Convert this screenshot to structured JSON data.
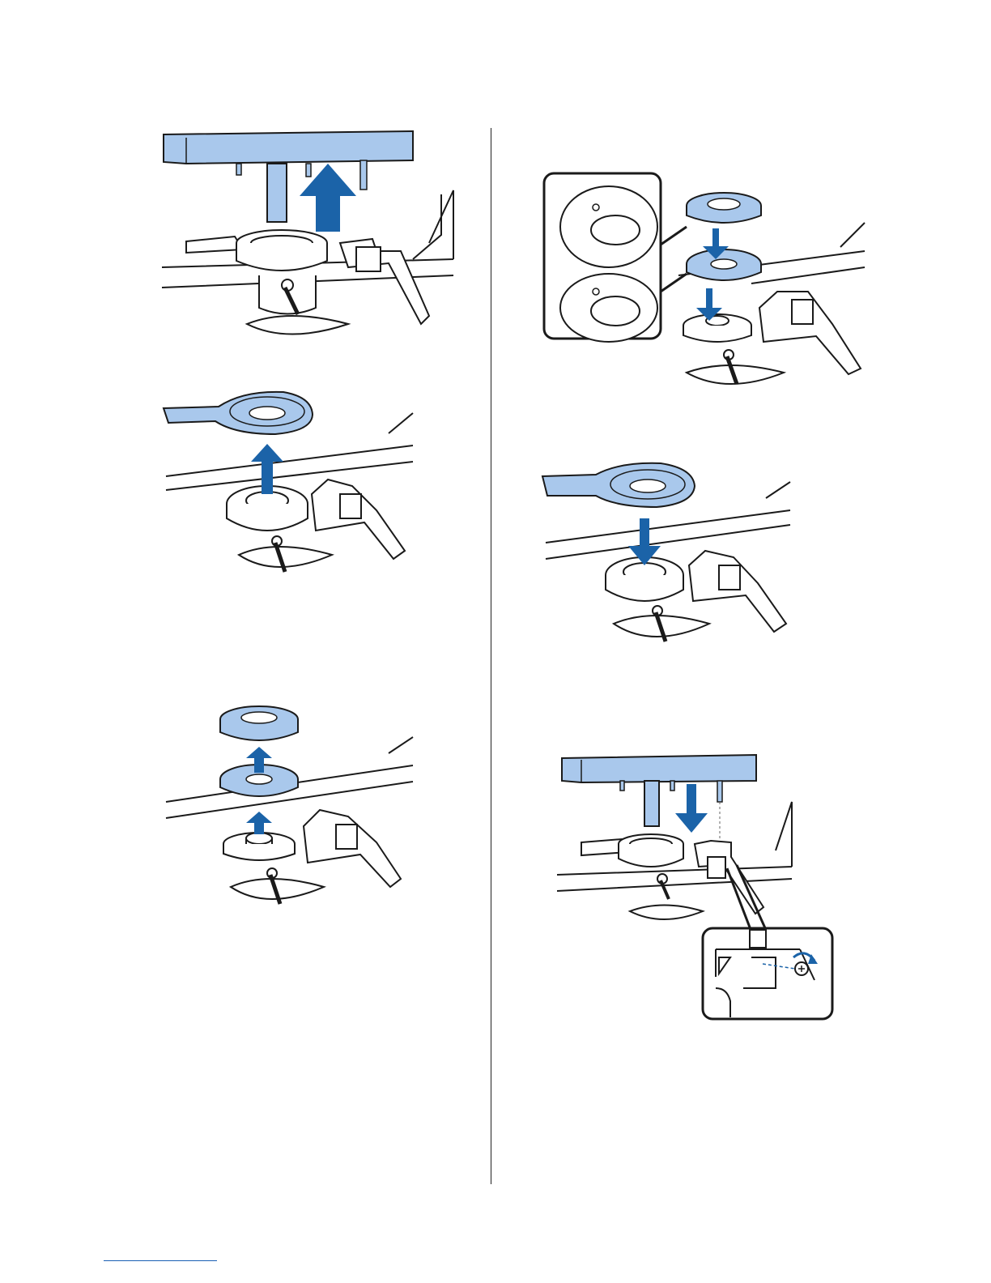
{
  "document": {
    "type": "printer manual page",
    "illustrations": [
      {
        "id": "step-remove-platen",
        "direction": "up"
      },
      {
        "id": "step-remove-frame",
        "direction": "up"
      },
      {
        "id": "step-remove-spacers",
        "direction": "up"
      },
      {
        "id": "step-install-spacers",
        "direction": "down"
      },
      {
        "id": "step-install-frame",
        "direction": "down"
      },
      {
        "id": "step-install-platen",
        "direction": "down"
      }
    ]
  },
  "colors": {
    "part_fill": "#a9c8ec",
    "arrow": "#1b63a8",
    "line": "#1a1a1a"
  }
}
